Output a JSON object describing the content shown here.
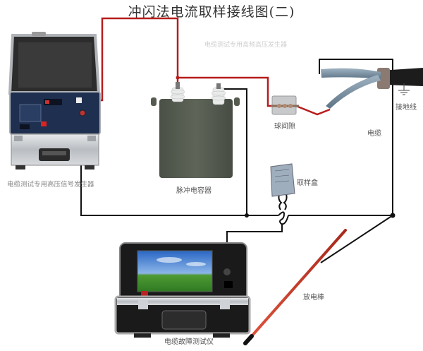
{
  "title": "冲闪法电流取样接线图(二)",
  "watermark": "电缆测试专用高频高压发生器",
  "components": {
    "hv_signal_generator": {
      "label": "电缆测试专用高压信号发生器"
    },
    "pulse_capacitor": {
      "label": "脉冲电容器"
    },
    "ball_gap": {
      "label": "球间隙"
    },
    "cable": {
      "label": "电缆"
    },
    "ground_wire": {
      "label": "接地线"
    },
    "sampling_box": {
      "label": "取样盒"
    },
    "fault_tester": {
      "label": "电缆故障测试仪"
    },
    "discharge_rod": {
      "label": "放电棒"
    }
  },
  "colors": {
    "hv_wire": "#b71c1c",
    "ground_wire": "#111111",
    "case_silver": "#c9ccd0",
    "panel_navy": "#1f2f4f",
    "capacitor_green": "#555b4f",
    "rod_red": "#c0392b",
    "screen_sky": "#3a78c8",
    "screen_grass": "#3c8a2e"
  }
}
